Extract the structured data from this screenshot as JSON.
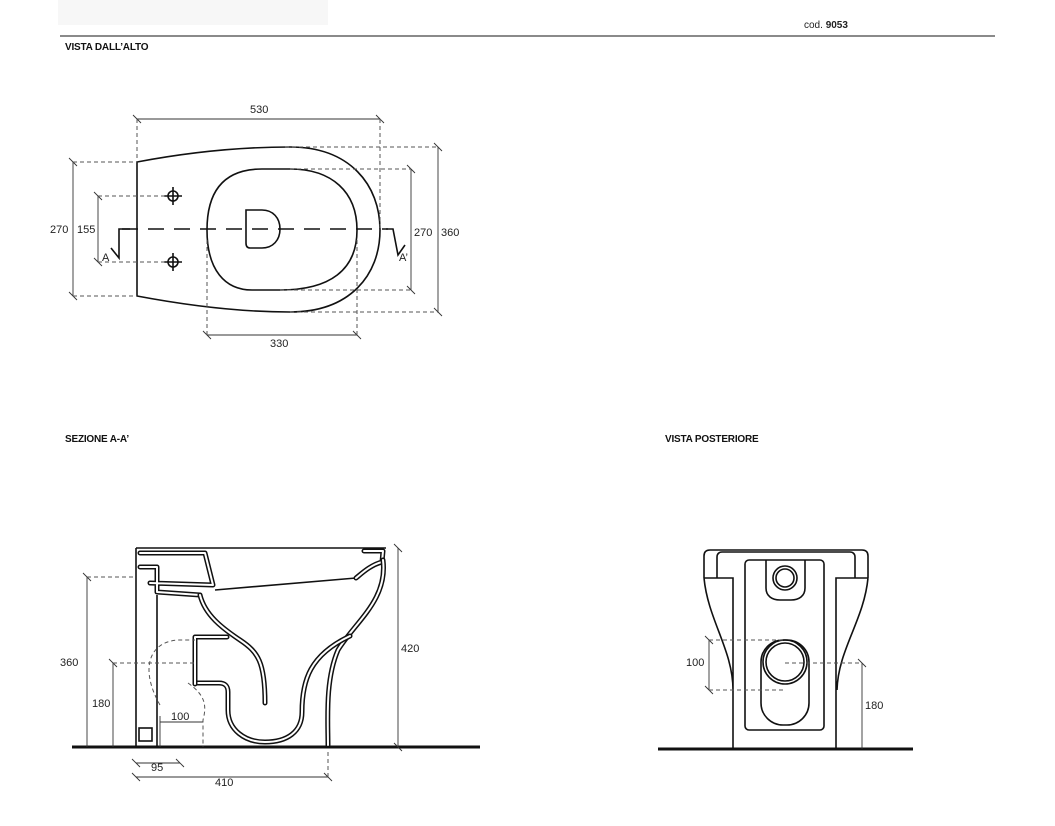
{
  "header": {
    "code_prefix": "cod.",
    "code_number": "9053"
  },
  "views": {
    "top": {
      "title": "VISTA DALL’ALTO",
      "dims": {
        "length": "530",
        "width_left": "270",
        "holes": "155",
        "seat_width": "270",
        "total_width": "360",
        "seat_length": "330"
      },
      "section_marks": {
        "left": "A",
        "right": "A’"
      }
    },
    "section": {
      "title": "SEZIONE A-A’",
      "dims": {
        "height_dashed": "360",
        "outlet_height": "180",
        "outlet_width": "100",
        "outlet_distance": "95",
        "depth": "410",
        "total_height": "420"
      }
    },
    "rear": {
      "title": "VISTA POSTERIORE",
      "dims": {
        "outlet_diameter": "100",
        "outlet_height": "180"
      }
    }
  }
}
